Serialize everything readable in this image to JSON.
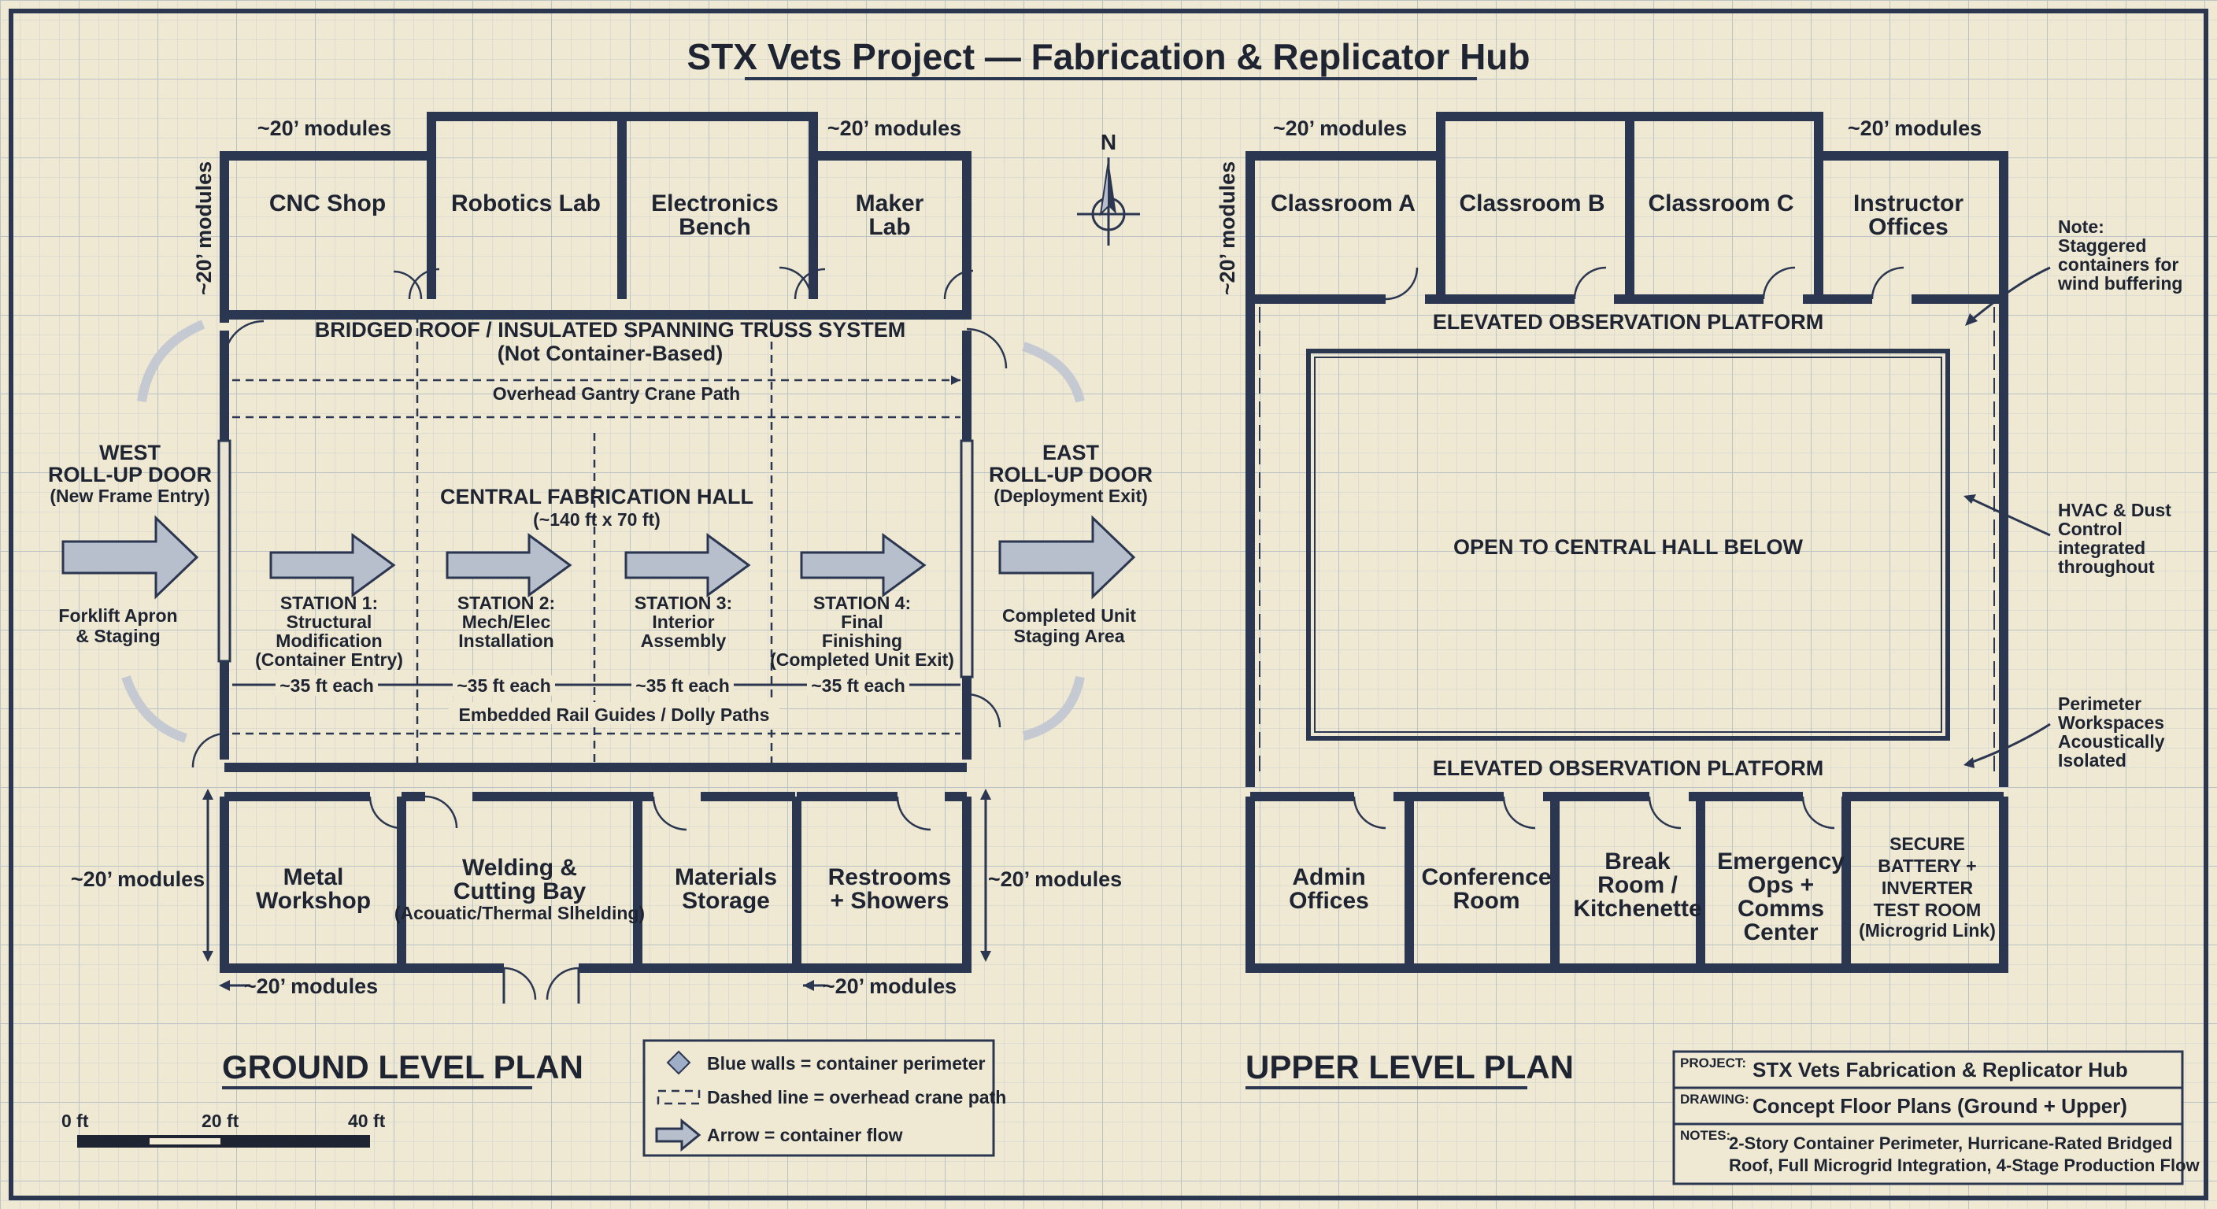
{
  "title": "STX Vets Project — Fabrication & Replicator Hub",
  "north": "N",
  "ground": {
    "plan_title": "GROUND LEVEL PLAN",
    "top_rooms": [
      {
        "l1": "CNC Shop",
        "l2": ""
      },
      {
        "l1": "Robotics Lab",
        "l2": ""
      },
      {
        "l1": "Electronics",
        "l2": "Bench"
      },
      {
        "l1": "Maker",
        "l2": "Lab"
      }
    ],
    "bottom_rooms": [
      {
        "l1": "Metal",
        "l2": "Workshop",
        "l3": ""
      },
      {
        "l1": "Welding &",
        "l2": "Cutting Bay",
        "l3": "(Acouatic/Thermal Slhelding)"
      },
      {
        "l1": "Materials",
        "l2": "Storage",
        "l3": ""
      },
      {
        "l1": "Restrooms",
        "l2": "+ Showers",
        "l3": ""
      }
    ],
    "module_top_left": "~20’ modules",
    "module_top_right": "~20’ modules",
    "module_side_top": "~20’ modules",
    "module_bottom_left": "~20’ modules",
    "module_bottom_right": "~20’ modules",
    "module_left": "~20’ modules",
    "module_right": "~20’ modules",
    "roof_l1": "BRIDGED ROOF / INSULATED SPANNING TRUSS SYSTEM",
    "roof_l2": "(Not Container-Based)",
    "crane": "Overhead Gantry Crane Path",
    "hall_l1": "CENTRAL FABRICATION HALL",
    "hall_l2": "(~140 ft x 70 ft)",
    "stations": [
      {
        "l1": "STATION 1:",
        "l2": "Structural",
        "l3": "Modification",
        "l4": "(Container Entry)"
      },
      {
        "l1": "STATION 2:",
        "l2": "Mech/Elec",
        "l3": "Installation",
        "l4": ""
      },
      {
        "l1": "STATION 3:",
        "l2": "Interior",
        "l3": "Assembly",
        "l4": ""
      },
      {
        "l1": "STATION 4:",
        "l2": "Final",
        "l3": "Finishing",
        "l4": "(Completed Unit Exit)"
      }
    ],
    "spacing": "~35 ft each",
    "rail": "Embedded Rail Guides / Dolly Paths",
    "west": {
      "l1": "WEST",
      "l2": "ROLL-UP DOOR",
      "l3": "(New Frame Entry)",
      "l4": "Forklift Apron",
      "l5": "& Staging"
    },
    "east": {
      "l1": "EAST",
      "l2": "ROLL-UP DOOR",
      "l3": "(Deployment Exit)",
      "l4": "Completed Unit",
      "l5": "Staging Area"
    }
  },
  "upper": {
    "plan_title": "UPPER LEVEL PLAN",
    "top_rooms": [
      {
        "l1": "Classroom A",
        "l2": ""
      },
      {
        "l1": "Classroom B",
        "l2": ""
      },
      {
        "l1": "Classroom C",
        "l2": ""
      },
      {
        "l1": "Instructor",
        "l2": "Offices"
      }
    ],
    "bottom_rooms": [
      {
        "l1": "Admin",
        "l2": "Offices",
        "l3": "",
        "l4": "",
        "l5": ""
      },
      {
        "l1": "Conference",
        "l2": "Room",
        "l3": "",
        "l4": "",
        "l5": ""
      },
      {
        "l1": "Break",
        "l2": "Room /",
        "l3": "Kitchenette",
        "l4": "",
        "l5": ""
      },
      {
        "l1": "Emergency",
        "l2": "Ops +",
        "l3": "Comms",
        "l4": "Center",
        "l5": ""
      },
      {
        "l1": "SECURE",
        "l2": "BATTERY +",
        "l3": "INVERTER",
        "l4": "TEST ROOM",
        "l5": "(Microgrid Link)"
      }
    ],
    "module_top_left": "~20’ modules",
    "module_top_right": "~20’ modules",
    "module_side": "~20’ modules",
    "platform_top": "ELEVATED OBSERVATION PLATFORM",
    "platform_bottom": "ELEVATED OBSERVATION PLATFORM",
    "open": "OPEN TO CENTRAL HALL BELOW",
    "notes": [
      [
        "Note:",
        "Staggered",
        "containers for",
        "wind buffering"
      ],
      [
        "HVAC & Dust",
        "Control",
        "integrated",
        "throughout"
      ],
      [
        "Perimeter",
        "Workspaces",
        "Acoustically",
        "Isolated"
      ]
    ]
  },
  "legend": {
    "walls": "Blue walls = container perimeter",
    "dashed": "Dashed line = overhead crane path",
    "arrow": "Arrow = container flow"
  },
  "scale": {
    "t0": "0 ft",
    "t1": "20 ft",
    "t2": "40 ft"
  },
  "title_block": {
    "project_label": "PROJECT:",
    "project": "STX Vets Fabrication & Replicator Hub",
    "drawing_label": "DRAWING:",
    "drawing": "Concept Floor Plans (Ground + Upper)",
    "notes_label": "NOTES:",
    "notes_l1": "2-Story Container Perimeter, Hurricane-Rated Bridged",
    "notes_l2": "Roof, Full Microgrid Integration, 4-Stage Production Flow"
  },
  "colors": {
    "paper": "#efe8d2",
    "grid": "#cdd3d6",
    "wall": "#2b3650",
    "arrow_fill": "#b8bfcc"
  }
}
